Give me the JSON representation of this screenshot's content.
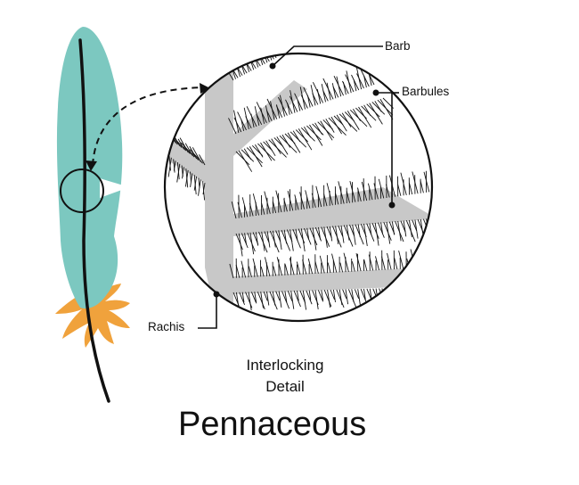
{
  "labels": {
    "barb": "Barb",
    "barbules": "Barbules",
    "rachis": "Rachis",
    "subtitle_line1": "Interlocking",
    "subtitle_line2": "Detail",
    "title": "Pennaceous"
  },
  "colors": {
    "feather": "#7cc8c0",
    "feather_base": "#f0a23c",
    "rachis_detail": "#c8c8c8",
    "ink": "#111111"
  },
  "icons": {
    "feather": "feather-illustration",
    "zoom_arrow": "dashed-curved-arrow"
  }
}
